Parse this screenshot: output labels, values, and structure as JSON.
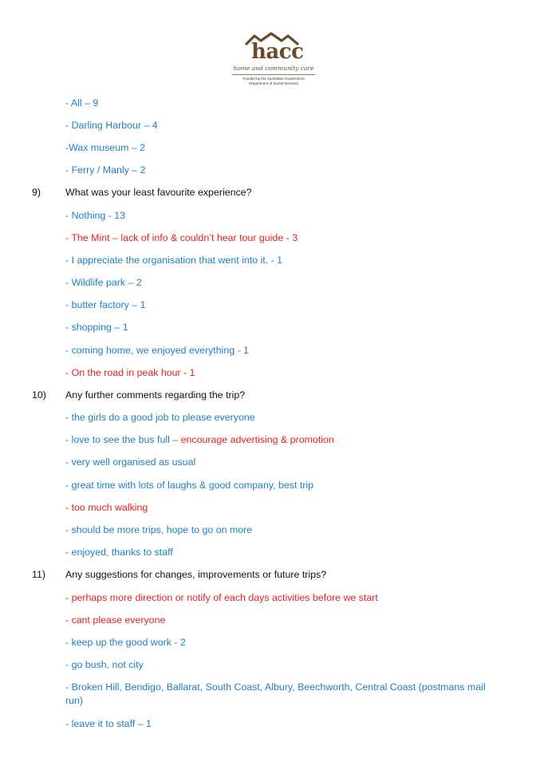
{
  "logo": {
    "word": "hacc",
    "tagline": "home and community care",
    "funding_line1": "Funded by the Australian Government",
    "funding_line2": "Department of Social Services",
    "brand_color": "#6a4a2a"
  },
  "colors": {
    "blue_text": "#1f7fc6",
    "red_text": "#e62020",
    "black_text": "#111111"
  },
  "intro_answers": [
    "- All – 9",
    "- Darling Harbour – 4",
    "-Wax museum – 2",
    "- Ferry / Manly – 2"
  ],
  "q9": {
    "number": "9)",
    "text": "What was your least favourite experience?",
    "answers": [
      "- Nothing - 13",
      "- The Mint – lack of info & couldn’t hear tour guide - 3",
      "- I appreciate the organisation that went into it. - 1",
      "- Wildlife park – 2",
      "- butter factory – 1",
      "- shopping – 1",
      "- coming home, we enjoyed everything - 1",
      "-  On the road in peak hour - 1"
    ]
  },
  "q10": {
    "number": "10)",
    "text": "Any further comments regarding the trip?",
    "answers": [
      "- the girls do a good job to please everyone",
      "- love to see the bus full – ",
      "encourage advertising & promotion",
      "- very well organised as usual",
      "- great time with lots of laughs & good company, best trip",
      "- too much walking",
      "- should be more trips, hope to go on more",
      "- enjoyed, thanks to staff"
    ]
  },
  "q11": {
    "number": "11)",
    "text": "Any suggestions for changes, improvements or future trips?",
    "answers": [
      "- perhaps more direction or notify of each days activities before we start",
      "- cant please everyone",
      "- keep up the good work - 2",
      "- go bush, not city",
      "- Broken Hill, Bendigo, Ballarat, South Coast, Albury, Beechworth, Central Coast (postmans mail run)",
      "- leave it to staff – 1"
    ]
  }
}
